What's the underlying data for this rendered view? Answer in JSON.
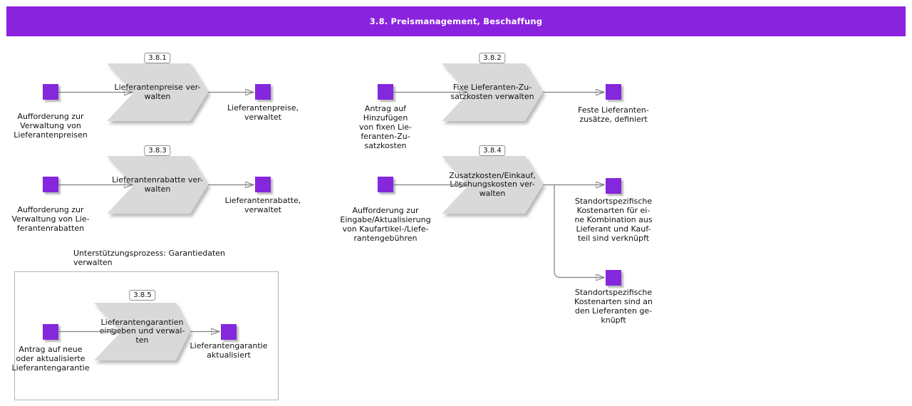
{
  "title": "3.8. Preismanagement, Beschaffung",
  "colors": {
    "header_bg": "#8a23de",
    "event_fill": "#8527dd",
    "process_fill": "#d9d9d9",
    "wire": "#7f7f7f"
  },
  "support_box": {
    "caption": "Unterstützungsprozess: Garantiedaten\nverwalten"
  },
  "flows": [
    {
      "id": "3.8.1",
      "input": "Aufforderung zur\nVerwaltung von\nLieferantenpreisen",
      "process": "Lieferantenpreise ver-\nwalten",
      "outputs": [
        "Lieferantenpreise,\nverwaltet"
      ]
    },
    {
      "id": "3.8.2",
      "input": "Antrag auf\nHinzufügen\nvon fixen Lie-\nferanten-Zu-\nsatzkosten",
      "process": "Fixe Lieferanten-Zu-\nsatzkosten verwalten",
      "outputs": [
        "Feste Lieferanten-\nzusätze, definiert"
      ]
    },
    {
      "id": "3.8.3",
      "input": "Aufforderung zur\nVerwaltung von Lie-\nferantenrabatten",
      "process": "Lieferantenrabatte ver-\nwalten",
      "outputs": [
        "Lieferantenrabatte,\nverwaltet"
      ]
    },
    {
      "id": "3.8.4",
      "input": "Aufforderung zur\nEingabe/Aktualisierung\nvon Kaufartikel-/Liefe-\nrantengebühren",
      "process": "Zusatzkosten/Einkauf,\nLöschungskosten ver-\nwalten",
      "outputs": [
        "Standortspezifische\nKostenarten für ei-\nne Kombination aus\nLieferant und Kauf-\nteil sind verknüpft",
        "Standortspezifische\nKostenarten sind an\nden Lieferanten ge-\nknüpft"
      ]
    },
    {
      "id": "3.8.5",
      "input": "Antrag auf neue\noder aktualisierte\nLieferantengarantie",
      "process": "Lieferantengarantien\neingeben und verwal-\nten",
      "outputs": [
        "Lieferantengarantie\naktualisiert"
      ]
    }
  ]
}
